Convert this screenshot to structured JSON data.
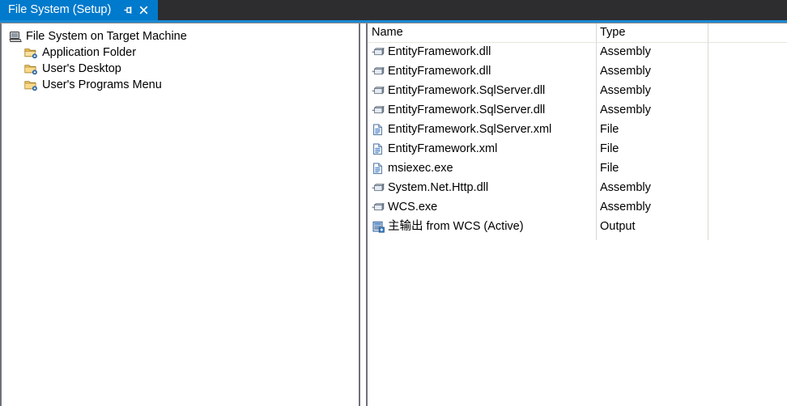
{
  "window": {
    "tab": {
      "title": "File System (Setup)",
      "pin_icon": "pin-icon",
      "close_icon": "close-icon"
    },
    "accent_color": "#007acc",
    "tabstrip_color": "#2d2d30",
    "underline_color": "#1a8ad4"
  },
  "tree": {
    "nodes": [
      {
        "label": "File System on Target Machine",
        "icon": "computer-icon",
        "level": 0
      },
      {
        "label": "Application Folder",
        "icon": "folder-open-icon",
        "level": 1
      },
      {
        "label": "User's Desktop",
        "icon": "folder-icon",
        "level": 1
      },
      {
        "label": "User's Programs Menu",
        "icon": "folder-icon",
        "level": 1
      }
    ]
  },
  "list": {
    "columns": [
      "Name",
      "Type"
    ],
    "rows": [
      {
        "name": "EntityFramework.dll",
        "type": "Assembly",
        "icon": "assembly-icon",
        "underline": true,
        "squiggle": true
      },
      {
        "name": "EntityFramework.dll",
        "type": "Assembly",
        "icon": "assembly-icon",
        "underline": true,
        "squiggle": true
      },
      {
        "name": "EntityFramework.SqlServer.dll",
        "type": "Assembly",
        "icon": "assembly-icon",
        "underline": true,
        "squiggle": true
      },
      {
        "name": "EntityFramework.SqlServer.dll",
        "type": "Assembly",
        "icon": "assembly-icon",
        "underline": true,
        "squiggle": true
      },
      {
        "name": "EntityFramework.SqlServer.xml",
        "type": "File",
        "icon": "file-icon",
        "underline": false,
        "squiggle": false
      },
      {
        "name": "EntityFramework.xml",
        "type": "File",
        "icon": "file-icon",
        "underline": false,
        "squiggle": false
      },
      {
        "name": "msiexec.exe",
        "type": "File",
        "icon": "file-icon",
        "underline": true,
        "squiggle": true
      },
      {
        "name": "System.Net.Http.dll",
        "type": "Assembly",
        "icon": "assembly-icon",
        "underline": false,
        "squiggle": false
      },
      {
        "name": "WCS.exe",
        "type": "Assembly",
        "icon": "assembly-icon",
        "underline": true,
        "squiggle": true
      },
      {
        "name": "主输出 from WCS (Active)",
        "type": "Output",
        "icon": "output-icon",
        "underline": true,
        "squiggle": true
      }
    ]
  }
}
